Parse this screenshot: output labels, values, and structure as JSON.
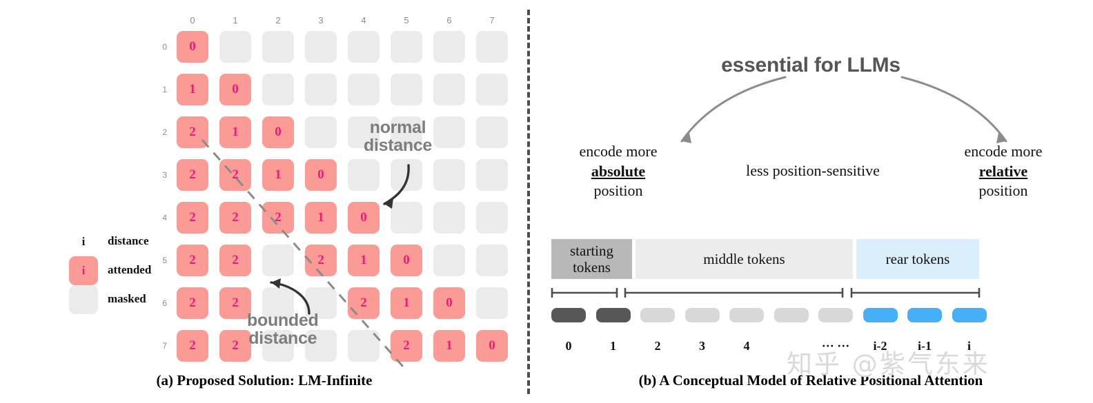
{
  "figure": {
    "panel_a_caption": "(a) Proposed Solution: LM-Infinite",
    "panel_b_caption": "(b) A Conceptual Model of Relative Positional Attention"
  },
  "colors": {
    "attended": "#FA9C95",
    "attended_text": "#EA1E78",
    "masked": "#EBEBEB",
    "note_text": "#7D7D7D",
    "starting_segment": "#B8B8B8",
    "middle_segment": "#ECECEC",
    "rear_segment": "#DBEEFB",
    "pill_dark": "#575757",
    "pill_grey": "#D8D8D8",
    "pill_blue": "#45B0F5"
  },
  "panel_a": {
    "column_headers": [
      "0",
      "1",
      "2",
      "3",
      "4",
      "5",
      "6",
      "7"
    ],
    "row_headers": [
      "0",
      "1",
      "2",
      "3",
      "4",
      "5",
      "6",
      "7"
    ],
    "matrix": [
      [
        "0",
        null,
        null,
        null,
        null,
        null,
        null,
        null
      ],
      [
        "1",
        "0",
        null,
        null,
        null,
        null,
        null,
        null
      ],
      [
        "2",
        "1",
        "0",
        null,
        null,
        null,
        null,
        null
      ],
      [
        "2",
        "2",
        "1",
        "0",
        null,
        null,
        null,
        null
      ],
      [
        "2",
        "2",
        "2",
        "1",
        "0",
        null,
        null,
        null
      ],
      [
        "2",
        "2",
        null,
        "2",
        "1",
        "0",
        null,
        null
      ],
      [
        "2",
        "2",
        null,
        null,
        "2",
        "1",
        "0",
        null
      ],
      [
        "2",
        "2",
        null,
        null,
        null,
        "2",
        "1",
        "0"
      ]
    ],
    "annotations": {
      "normal_distance": "normal\ndistance",
      "normal_distance_line1": "normal",
      "normal_distance_line2": "distance",
      "bounded_distance_line1": "bounded",
      "bounded_distance_line2": "distance"
    },
    "legend": [
      {
        "glyph": "i",
        "style": "plain",
        "label": "distance"
      },
      {
        "glyph": "i",
        "style": "attended",
        "label": "attended"
      },
      {
        "glyph": "",
        "style": "masked",
        "label": "masked"
      }
    ]
  },
  "panel_b": {
    "headline": "essential for LLMs",
    "columns": [
      {
        "line1": "encode more",
        "emphasis": "absolute",
        "line3": "position"
      },
      {
        "line1": "",
        "emphasis": "",
        "line3": "",
        "plain": "less position-sensitive"
      },
      {
        "line1": "encode more",
        "emphasis": "relative",
        "line3": "position"
      }
    ],
    "middle_label": "less position-sensitive",
    "segments": [
      {
        "name": "starting-tokens",
        "line1": "starting",
        "line2": "tokens"
      },
      {
        "name": "middle-tokens",
        "line1": "middle tokens",
        "line2": ""
      },
      {
        "name": "rear-tokens",
        "line1": "rear tokens",
        "line2": ""
      }
    ],
    "token_indices": [
      "0",
      "1",
      "2",
      "3",
      "4",
      "··· ···",
      "i-2",
      "i-1",
      "i"
    ],
    "token_pill_styles": [
      "dark",
      "dark",
      "grey",
      "grey",
      "grey",
      "grey",
      "grey",
      "blue",
      "blue",
      "blue"
    ]
  },
  "watermark": "知乎 @紫气东来"
}
